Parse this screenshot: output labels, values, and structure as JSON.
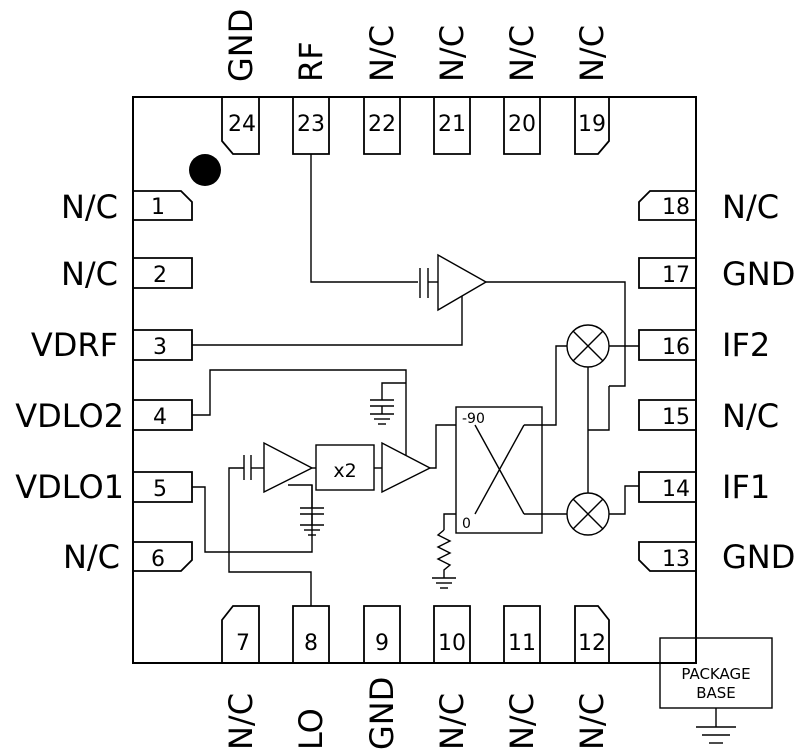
{
  "pins": {
    "p1": {
      "num": "1",
      "label": "N/C"
    },
    "p2": {
      "num": "2",
      "label": "N/C"
    },
    "p3": {
      "num": "3",
      "label": "VDRF"
    },
    "p4": {
      "num": "4",
      "label": "VDLO2"
    },
    "p5": {
      "num": "5",
      "label": "VDLO1"
    },
    "p6": {
      "num": "6",
      "label": "N/C"
    },
    "p7": {
      "num": "7",
      "label": "N/C"
    },
    "p8": {
      "num": "8",
      "label": "LO"
    },
    "p9": {
      "num": "9",
      "label": "GND"
    },
    "p10": {
      "num": "10",
      "label": "N/C"
    },
    "p11": {
      "num": "11",
      "label": "N/C"
    },
    "p12": {
      "num": "12",
      "label": "N/C"
    },
    "p13": {
      "num": "13",
      "label": "GND"
    },
    "p14": {
      "num": "14",
      "label": "IF1"
    },
    "p15": {
      "num": "15",
      "label": "N/C"
    },
    "p16": {
      "num": "16",
      "label": "IF2"
    },
    "p17": {
      "num": "17",
      "label": "GND"
    },
    "p18": {
      "num": "18",
      "label": "N/C"
    },
    "p19": {
      "num": "19",
      "label": "N/C"
    },
    "p20": {
      "num": "20",
      "label": "N/C"
    },
    "p21": {
      "num": "21",
      "label": "N/C"
    },
    "p22": {
      "num": "22",
      "label": "N/C"
    },
    "p23": {
      "num": "23",
      "label": "RF"
    },
    "p24": {
      "num": "24",
      "label": "GND"
    }
  },
  "blocks": {
    "doubler": "x2",
    "hybrid_phase": "-90",
    "hybrid_zero": "0"
  },
  "package_base": {
    "line1": "PACKAGE",
    "line2": "BASE"
  }
}
